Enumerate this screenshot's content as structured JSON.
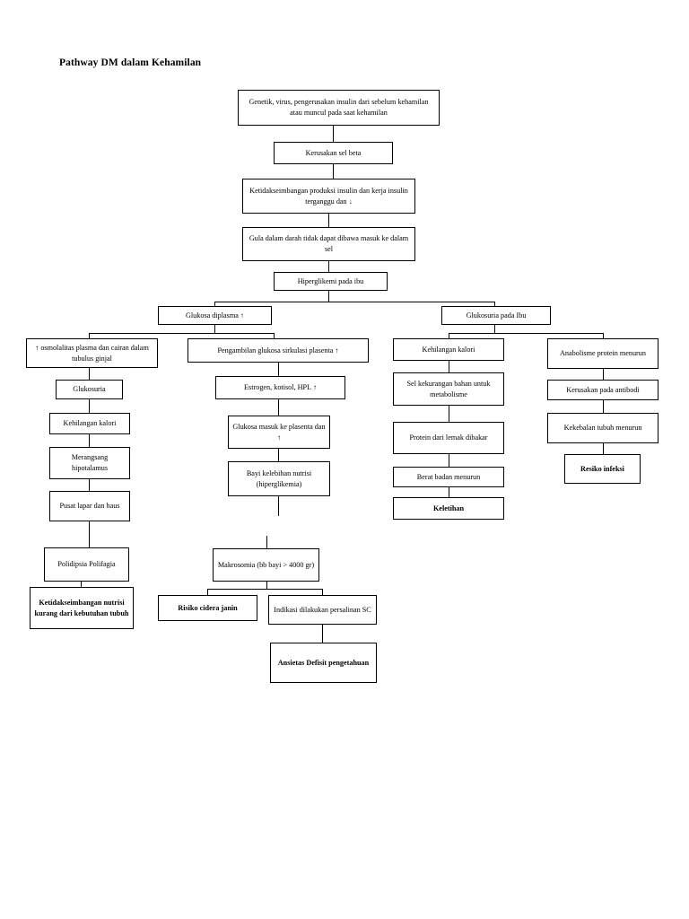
{
  "title": "Pathway DM dalam Kehamilan",
  "nodes": [
    {
      "id": "n1",
      "name": "node-genetik-virus",
      "text": "Genetik, virus, pengerusakan insulin dari sebelum kehamilan atau muncul pada saat kehamilan",
      "bold": false
    },
    {
      "id": "n2",
      "name": "node-kerusakan-sel-beta",
      "text": "Kerusakan sel beta",
      "bold": false
    },
    {
      "id": "n3",
      "name": "node-ketidakseimbangan-insulin",
      "text": "Ketidakseimbangan produksi insulin dan kerja insulin terganggu dan ↓",
      "bold": false
    },
    {
      "id": "n4",
      "name": "node-gula-darah-tidak-masuk-sel",
      "text": "Gula dalam darah tidak dapat dibawa masuk ke dalam sel",
      "bold": false
    },
    {
      "id": "n5",
      "name": "node-hiperglikemi-pada-ibu",
      "text": "Hiperglikemi pada ibu",
      "bold": false
    },
    {
      "id": "n6",
      "name": "node-glukosa-diplasma",
      "text": "Glukosa diplasma ↑",
      "bold": false
    },
    {
      "id": "n7",
      "name": "node-glukosuria-pada-ibu",
      "text": "Glukosuria pada Ibu",
      "bold": false
    },
    {
      "id": "n8",
      "name": "node-osmolalitas-plasma",
      "text": "↑ osmolalitas plasma dan cairan dalam tubulus ginjal",
      "bold": false
    },
    {
      "id": "n9",
      "name": "node-pengambilan-glukosa-plasenta",
      "text": "Pengambilan glukosa sirkulasi plasenta ↑",
      "bold": false
    },
    {
      "id": "n10",
      "name": "node-kehilangan-kalori-kanan",
      "text": "Kehilangan kalori",
      "bold": false
    },
    {
      "id": "n11",
      "name": "node-anabolisme-protein-menurun",
      "text": "Anabolisme protein menurun",
      "bold": false
    },
    {
      "id": "n12",
      "name": "node-glukosuria",
      "text": "Glukosuria",
      "bold": false
    },
    {
      "id": "n13",
      "name": "node-estrogen-kotisol-hpl",
      "text": "Estrogen, kotisol, HPL ↑",
      "bold": false
    },
    {
      "id": "n14",
      "name": "node-sel-kekurangan-bahan",
      "text": "Sel kekurangan bahan untuk metabolisme",
      "bold": false
    },
    {
      "id": "n15",
      "name": "node-kerusakan-pada-antibodi",
      "text": "Kerusakan pada antibodi",
      "bold": false
    },
    {
      "id": "n16",
      "name": "node-kehilangan-kalori-kiri",
      "text": "Kehilangan kalori",
      "bold": false
    },
    {
      "id": "n17",
      "name": "node-glukosa-masuk-plasenta",
      "text": "Glukosa masuk ke plasenta dan ↑",
      "bold": false
    },
    {
      "id": "n18",
      "name": "node-protein-dari-lemak-dibakar",
      "text": "Protein dari lemak dibakar",
      "bold": false
    },
    {
      "id": "n19",
      "name": "node-kekebalan-tubuh-menurun",
      "text": "Kekebalan tubuh menurun",
      "bold": false
    },
    {
      "id": "n20",
      "name": "node-merangsang-hipotalamus",
      "text": "Merangsang hipotalamus",
      "bold": false
    },
    {
      "id": "n21",
      "name": "node-bayi-kelebihan-nutrisi",
      "text": "Bayi kelebihan nutrisi (hiperglikemia)",
      "bold": false
    },
    {
      "id": "n22",
      "name": "node-berat-badan-menurun",
      "text": "Berat badan menurun",
      "bold": false
    },
    {
      "id": "n23",
      "name": "node-resiko-infeksi",
      "text": "Resiko infeksi",
      "bold": true
    },
    {
      "id": "n24",
      "name": "node-pusat-lapar-dan-haus",
      "text": "Pusat lapar dan haus",
      "bold": false
    },
    {
      "id": "n25",
      "name": "node-keletihan",
      "text": "Keletihan",
      "bold": true
    },
    {
      "id": "n26",
      "name": "node-polidipsia-polifagia",
      "text": "Polidipsia Polifagia",
      "bold": false
    },
    {
      "id": "n27",
      "name": "node-makrosomia",
      "text": "Makrosomia (bb bayi > 4000 gr)",
      "bold": false
    },
    {
      "id": "n28",
      "name": "node-ketidakseimbangan-nutrisi",
      "text": "Ketidakseimbangan nutrisi kurang dari kebutuhan tubuh",
      "bold": true
    },
    {
      "id": "n29",
      "name": "node-risiko-cidera-janin",
      "text": "Risiko cidera janin",
      "bold": true
    },
    {
      "id": "n30",
      "name": "node-indikasi-persalinan-sc",
      "text": "Indikasi dilakukan persalinan SC",
      "bold": false
    },
    {
      "id": "n31",
      "name": "node-ansietas-defisit-pengetahuan",
      "text": "Ansietas Defisit pengetahuan",
      "bold": true
    }
  ]
}
